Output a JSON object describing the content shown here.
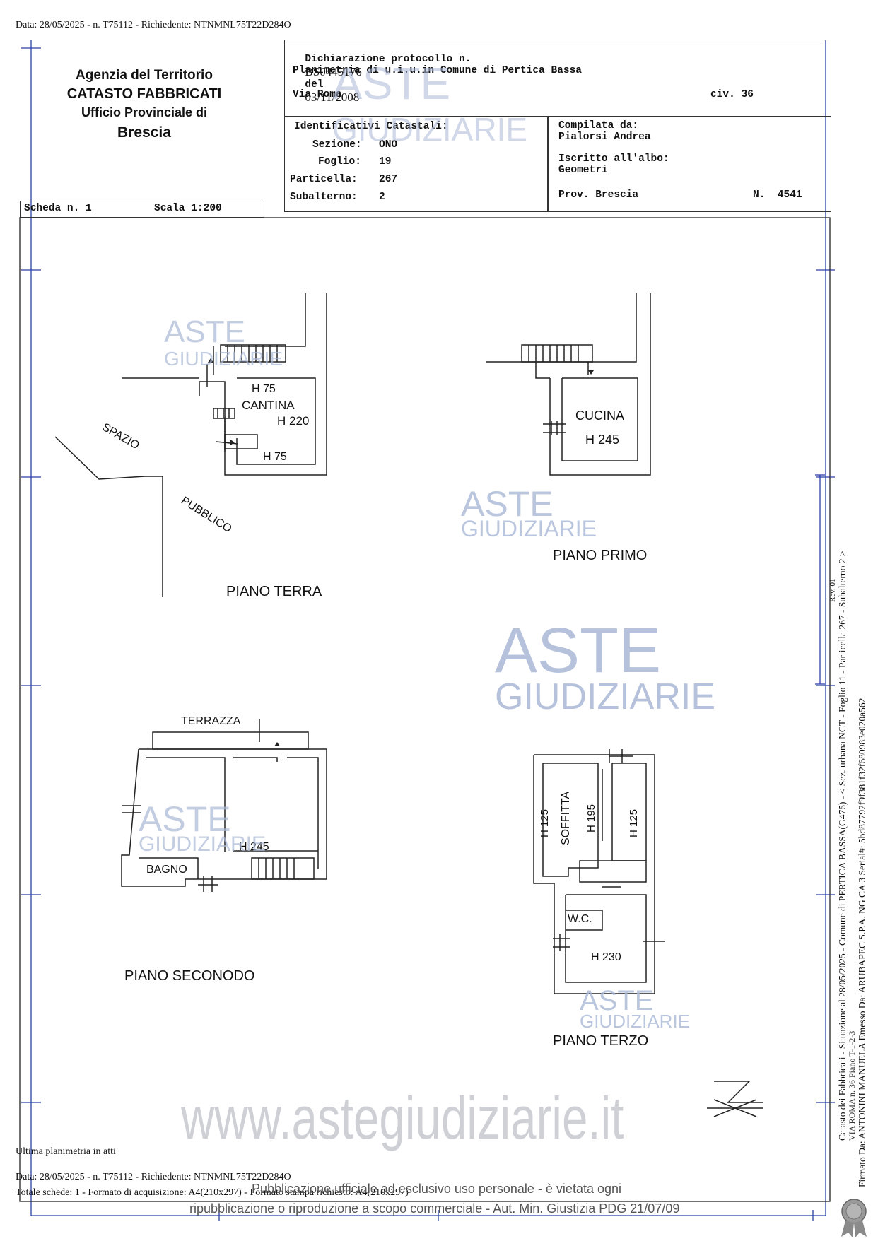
{
  "top_line": "Data: 28/05/2025 - n. T75112 - Richiedente: NTNMNL75T22D284O",
  "header": {
    "agency": "Agenzia del Territorio",
    "catasto": "CATASTO FABBRICATI",
    "office": "Ufficio Provinciale di",
    "city": "Brescia",
    "protocol_label": "Dichiarazione protocollo n.",
    "protocol_number": "BS0445176",
    "protocol_del": "del",
    "protocol_date": "03/11/2008",
    "planimetria": "Planimetria di u.i.u.in Comune di Pertica Bassa",
    "street": "Via Roma",
    "civ": "civ. 36",
    "ident_title": "Identificativi Catastali:",
    "sezione_label": "Sezione:",
    "sezione_value": "ONO",
    "foglio_label": "Foglio:",
    "foglio_value": "19",
    "particella_label": "Particella:",
    "particella_value": "267",
    "subalterno_label": "Subalterno:",
    "subalterno_value": "2",
    "compilata_label": "Compilata da:",
    "compilata_value": "Pialorsi Andrea",
    "iscritto_label": "Iscritto all'albo:",
    "iscritto_value": "Geometri",
    "prov": "Prov. Brescia",
    "n_label": "N.",
    "n_value": "4541",
    "scheda": "Scheda n. 1",
    "scala": "Scala 1:200"
  },
  "plans": {
    "terra": {
      "title": "PIANO TERRA",
      "h75a": "H 75",
      "cantina": "CANTINA",
      "h220": "H 220",
      "h75b": "H 75",
      "spazio": "SPAZIO",
      "pubblico": "PUBBLICO"
    },
    "primo": {
      "title": "PIANO PRIMO",
      "cucina": "CUCINA",
      "h245": "H 245"
    },
    "secondo": {
      "title": "PIANO SECONODO",
      "terrazza": "TERRAZZA",
      "h245": "H 245",
      "bagno": "BAGNO"
    },
    "terzo": {
      "title": "PIANO TERZO",
      "h125a": "H 125",
      "soffitta": "SOFFITTA",
      "h195": "H 195",
      "h125b": "H 125",
      "wc": "W.C.",
      "h230": "H 230"
    }
  },
  "side_texts": {
    "line1": "Catasto dei Fabbricati - Situazione al 28/05/2025 - Comune di PERTICA BASSA(G475) - < Sez. urbana NCT - Foglio 11 - Particella 267 - Subalterno 2 >",
    "line1b": "VIA ROMA n. 36 Piano T-1-2-3",
    "line2": "Firmato Da: ANTONINI MANUELA Emesso Da: ARUBAPEC S.P.A. NG CA 3 Serial#: 5bd87792f9f381f32f680983e020a562",
    "mid_mark": "Rev. 01"
  },
  "watermark": {
    "aste": "ASTE",
    "giudiziarie": "GIUDIZIARIE",
    "url": "www.astegiudiziarie.it"
  },
  "footer": {
    "ultima": "Ultima planimetria in atti",
    "data_line": "Data: 28/05/2025 - n. T75112 - Richiedente: NTNMNL75T22D284O",
    "totale": "Totale schede: 1 - Formato di acquisizione: A4(210x297) - Formato stampa richiesto: A4(210x297)",
    "pub1": "Pubblicazione ufficiale ad esclusivo uso personale - è vietata ogni",
    "pub2": "ripubblicazione o riproduzione a scopo commerciale - Aut. Min. Giustizia PDG 21/07/09"
  },
  "colors": {
    "watermark": "#aab8d6",
    "frame_ticks": "#2a3fa8",
    "line": "#222222"
  }
}
